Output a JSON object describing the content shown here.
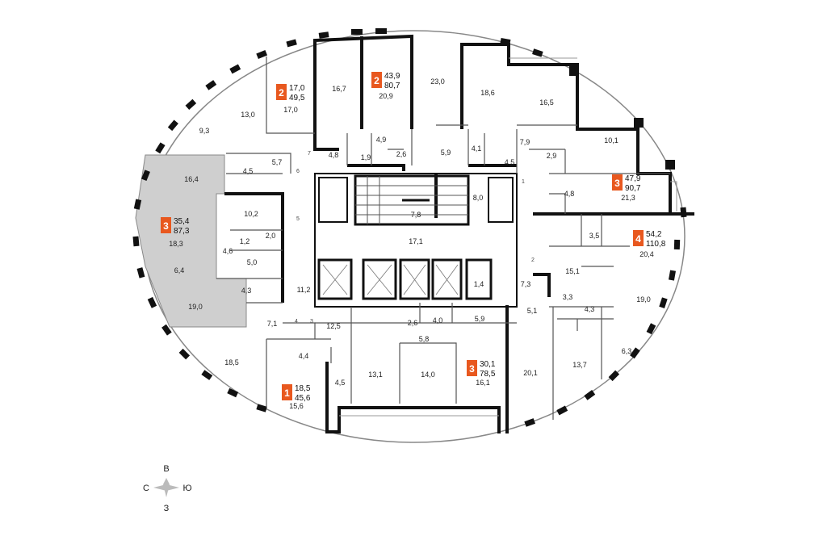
{
  "colors": {
    "badge": "#e8581f",
    "highlight": "#cfcfcf",
    "wall": "#111111",
    "thin_wall": "#555555"
  },
  "compass": {
    "north": "В",
    "south": "З",
    "west": "С",
    "east": "Ю"
  },
  "apartments": [
    {
      "rooms": "2",
      "living": "17,0",
      "total": "49,5"
    },
    {
      "rooms": "2",
      "living": "43,9",
      "total": "80,7"
    },
    {
      "rooms": "3",
      "living": "35,4",
      "total": "87,3"
    },
    {
      "rooms": "3",
      "living": "47,9",
      "total": "90,7"
    },
    {
      "rooms": "4",
      "living": "54,2",
      "total": "110,8"
    },
    {
      "rooms": "3",
      "living": "30,1",
      "total": "78,5"
    },
    {
      "rooms": "1",
      "living": "18,5",
      "total": "45,6"
    }
  ],
  "room_areas": [
    "13,0",
    "9,3",
    "16,7",
    "17,0",
    "20,9",
    "23,0",
    "18,6",
    "16,5",
    "10,1",
    "21,3",
    "16,4",
    "18,3",
    "6,4",
    "19,0",
    "10,2",
    "4,5",
    "5,7",
    "4,8",
    "1,9",
    "4,9",
    "2,6",
    "5,9",
    "4,1",
    "4,5",
    "7,9",
    "2,9",
    "4,8",
    "8,0",
    "7,8",
    "17,1",
    "1,2",
    "2,0",
    "4,6",
    "5,0",
    "4,3",
    "11,2",
    "1,4",
    "7,3",
    "3,5",
    "20,4",
    "15,1",
    "19,0",
    "3,3",
    "4,3",
    "5,1",
    "2,6",
    "4,0",
    "5,9",
    "5,8",
    "12,5",
    "7,1",
    "4,4",
    "18,5",
    "4,5",
    "15,6",
    "13,1",
    "14,0",
    "16,1",
    "20,1",
    "13,7",
    "6,3"
  ],
  "door_numbers": [
    "7",
    "6",
    "5",
    "4",
    "3",
    "1",
    "2"
  ]
}
